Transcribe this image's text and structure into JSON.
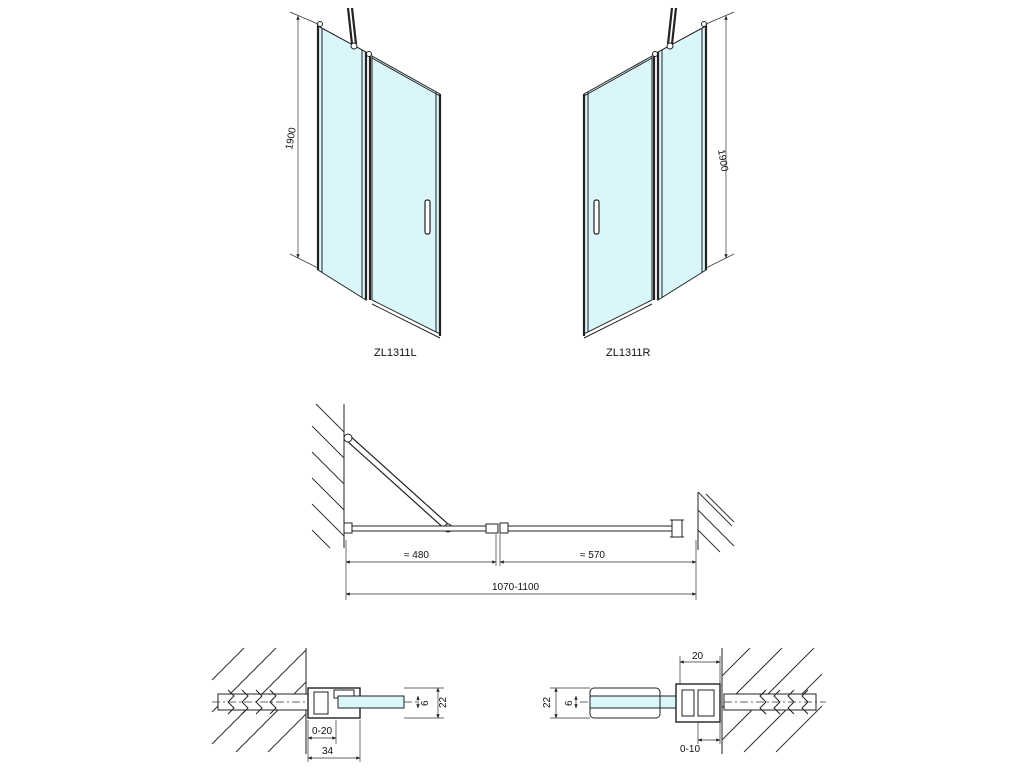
{
  "views": {
    "left": {
      "label": "ZL1311L",
      "height": "1900"
    },
    "right": {
      "label": "ZL1311R",
      "height": "1900"
    }
  },
  "plan": {
    "dim_fixed": "≈ 480",
    "dim_door": "≈ 570",
    "dim_total": "1070-1100"
  },
  "detail_left": {
    "dim_thickness": "22",
    "dim_glass": "6",
    "dim_adjust": "0-20",
    "dim_depth": "34"
  },
  "detail_right": {
    "dim_width": "20",
    "dim_thickness": "22",
    "dim_glass": "6",
    "dim_adjust": "0-10"
  },
  "colors": {
    "glass": "#dbf6fb",
    "line": "#222222"
  }
}
